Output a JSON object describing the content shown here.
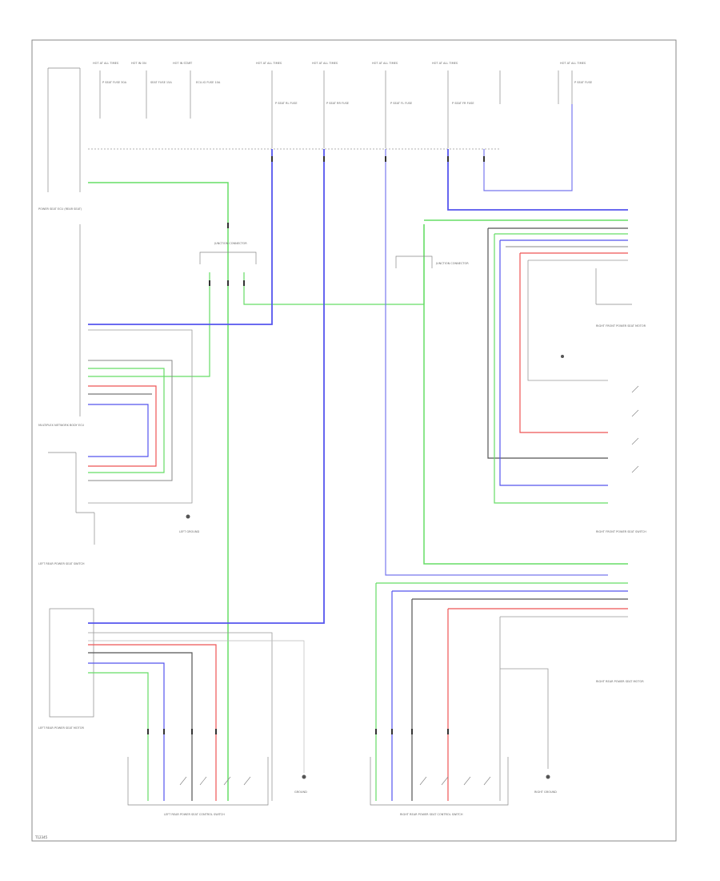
{
  "footer_code": "T12345",
  "colors": {
    "blue": "#4444ee",
    "green": "#66dd66",
    "red": "#ee4444",
    "gray": "#666666",
    "lightgray": "#aaaaaa",
    "lightblue": "#9999ff"
  },
  "labels": {
    "fuse_boxes": [
      "HOT AT ALL TIMES",
      "HOT IN ON",
      "HOT IN START",
      "HOT AT ALL TIMES",
      "HOT AT ALL TIMES",
      "HOT AT ALL TIMES",
      "HOT AT ALL TIMES",
      "HOT AT ALL TIMES"
    ],
    "fuses": [
      "P SEAT FUSE 30A",
      "SEAT FUSE 15A",
      "ECU-IG FUSE 10A",
      "P SEAT RL FUSE",
      "P SEAT RR FUSE",
      "P SEAT FL FUSE",
      "P SEAT FR FUSE",
      "P SEAT FUSE"
    ],
    "left_module": "POWER SEAT ECU (REAR SEAT)",
    "left_sw_module": "MULTIPLEX NETWORK BODY ECU",
    "left_rear_switch": "LEFT REAR POWER SEAT SWITCH",
    "left_rear_motor": "LEFT REAR POWER SEAT MOTOR",
    "right_front_switch": "RIGHT FRONT POWER SEAT SWITCH",
    "right_front_motor": "RIGHT FRONT POWER SEAT MOTOR",
    "right_rear_motor": "RIGHT REAR POWER SEAT MOTOR",
    "left_motor_box": "LEFT REAR POWER SEAT CONTROL SWITCH",
    "right_motor_box": "RIGHT REAR POWER SEAT CONTROL SWITCH",
    "ground_left": "LEFT GROUND",
    "ground_mid": "GROUND",
    "ground_right": "RIGHT GROUND",
    "junction_left": "JUNCTION CONNECTOR",
    "junction_right": "JUNCTION CONNECTOR"
  }
}
